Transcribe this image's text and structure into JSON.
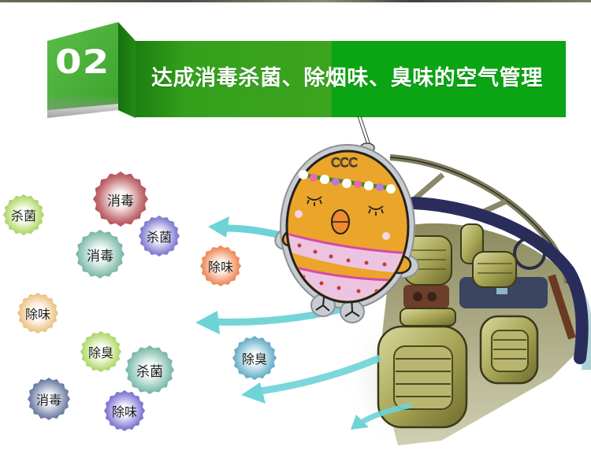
{
  "header": {
    "number": "02",
    "title": "达成消毒杀菌、除烟味、臭味的空气管理",
    "colors": {
      "banner": "#0aa414",
      "banner_left": "#3aa71e",
      "panel": "#52b843",
      "fold": "#1e7e12"
    }
  },
  "bubbles": [
    {
      "label": "杀菌",
      "color": "#8dc63f"
    },
    {
      "label": "消毒",
      "color": "#9e2b31"
    },
    {
      "label": "杀菌",
      "color": "#5b57b5"
    },
    {
      "label": "消毒",
      "color": "#4b9a86"
    },
    {
      "label": "除味",
      "color": "#ea5f25"
    },
    {
      "label": "除味",
      "color": "#e0a45a"
    },
    {
      "label": "除臭",
      "color": "#8ec540"
    },
    {
      "label": "杀菌",
      "color": "#4a9888"
    },
    {
      "label": "除臭",
      "color": "#3a8cab"
    },
    {
      "label": "消毒",
      "color": "#3a4a7a"
    },
    {
      "label": "除味",
      "color": "#5a4fb5"
    }
  ],
  "air_freshener": {
    "mascot_text": "CCC",
    "colors": {
      "body": "#eba52a",
      "band": "#ecc4e2",
      "band_line": "#d64aa8"
    }
  },
  "arrows": {
    "color": "#6dd3d7",
    "count": 4
  },
  "illustration": {
    "subject": "car-interior-cutaway",
    "seat_color": "#b4b26a",
    "dashboard_color": "#2a2d5c"
  }
}
